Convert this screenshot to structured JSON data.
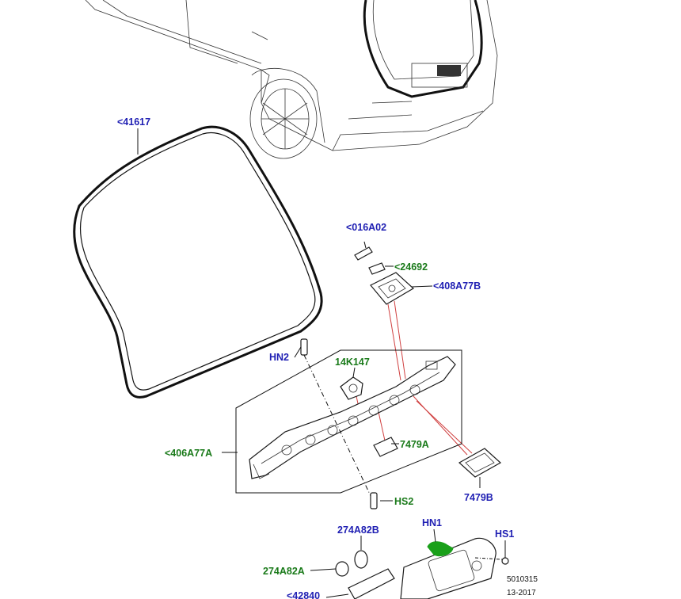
{
  "callouts": {
    "c41617": "<41617",
    "c016a02": "<016A02",
    "c24692": "<24692",
    "c408a77b": "<408A77B",
    "hn2": "HN2",
    "c14k147": "14K147",
    "c406a77a": "<406A77A",
    "c7479a": "7479A",
    "hs2": "HS2",
    "c7479b": "7479B",
    "hn1": "HN1",
    "c274a82b": "274A82B",
    "hs1": "HS1",
    "c274a82a": "274A82A",
    "c42840": "<42840"
  },
  "reference": {
    "code": "5010315",
    "date": "13-2017"
  },
  "colors": {
    "part_number_blue": "#1f1fb3",
    "part_number_green": "#1a7a1a",
    "highlight_green": "#1aa01a",
    "guide_line_red": "#d04040"
  }
}
